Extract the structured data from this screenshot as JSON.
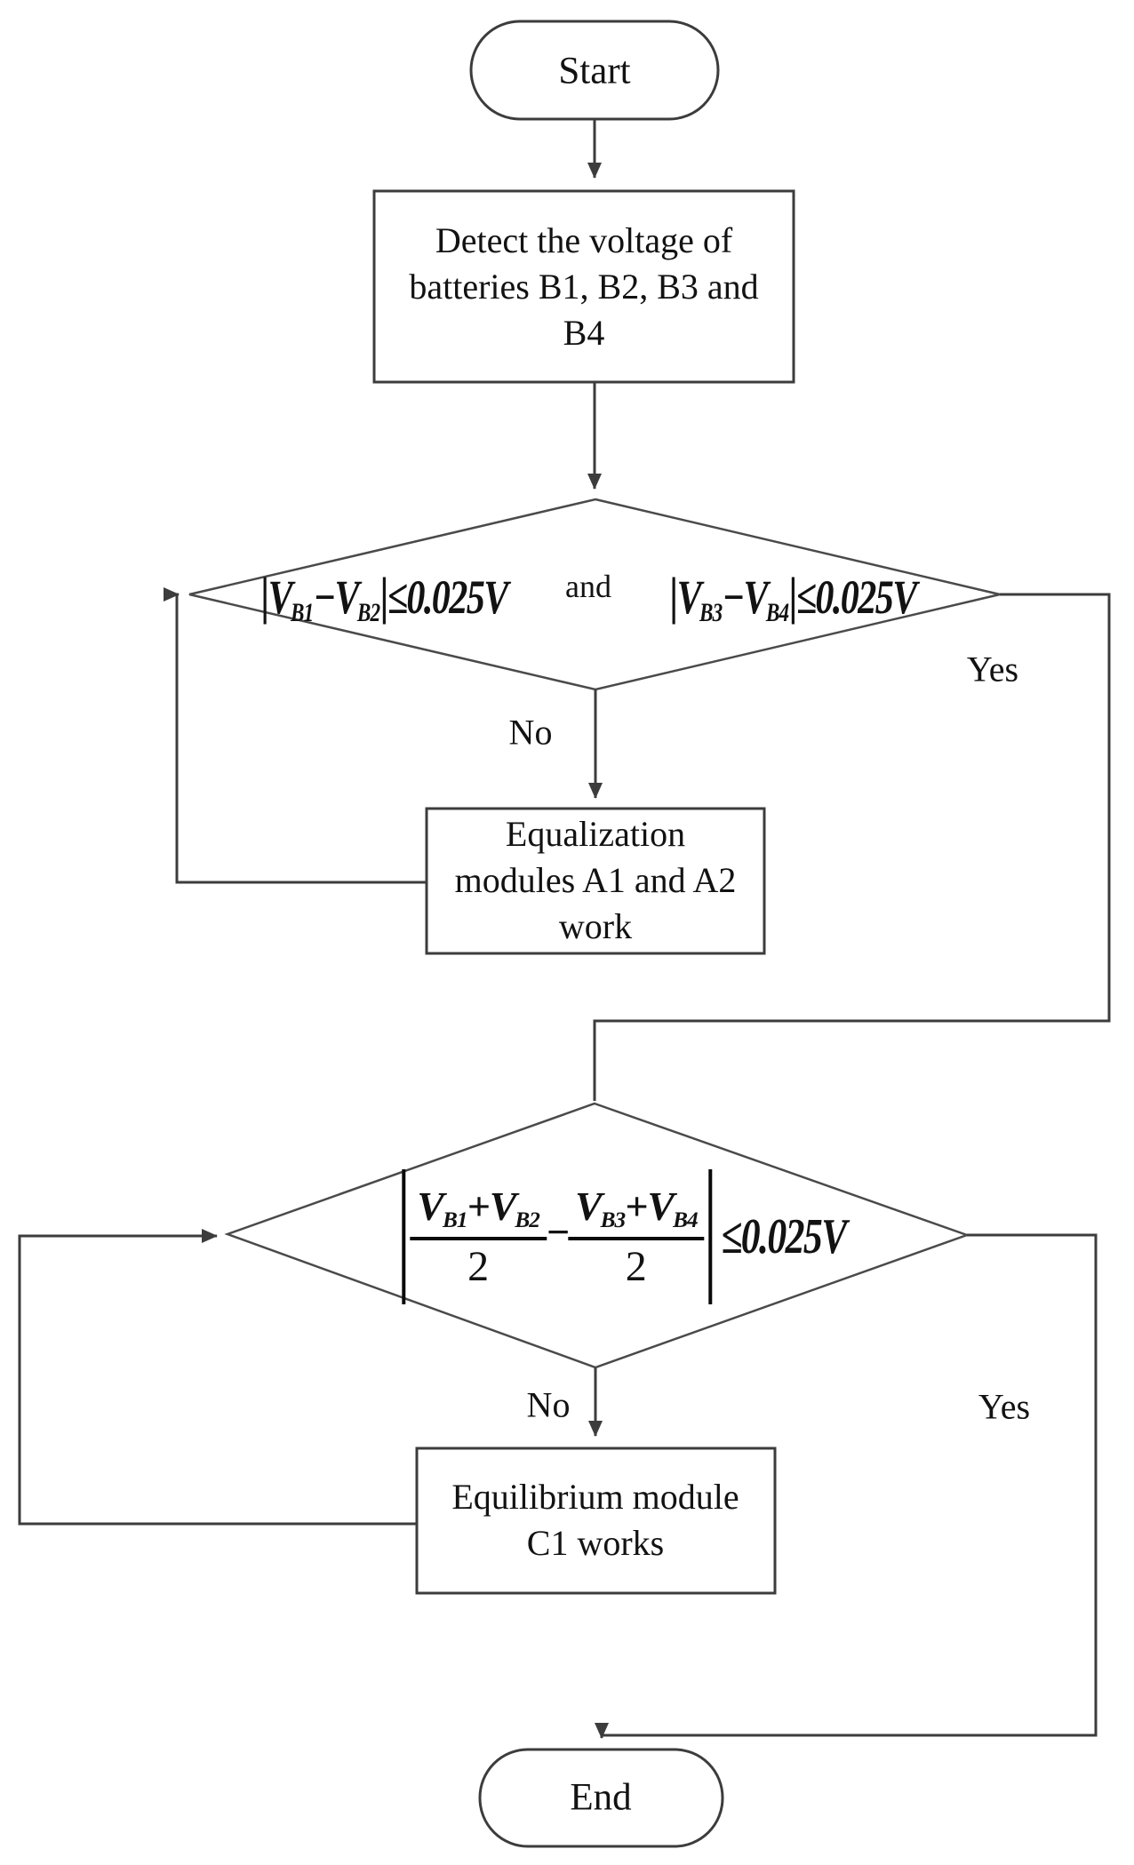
{
  "flowchart": {
    "start": {
      "label": "Start"
    },
    "detect_box": {
      "line1": "Detect the voltage of",
      "line2": "batteries B1, B2, B3 and",
      "line3": "B4"
    },
    "decision1": {
      "cond_left": {
        "bar": "|",
        "var1": "V",
        "sub1": "B1",
        "minus": "−",
        "var2": "V",
        "sub2": "B2",
        "relation": "≤",
        "threshold": "0.025",
        "unit": "V"
      },
      "connector": "and",
      "cond_right": {
        "bar": "|",
        "var1": "V",
        "sub1": "B3",
        "minus": "−",
        "var2": "V",
        "sub2": "B4",
        "relation": "≤",
        "threshold": "0.025",
        "unit": "V"
      },
      "no_label": "No",
      "yes_label": "Yes"
    },
    "equalization_box": {
      "line1": "Equalization",
      "line2": "modules A1 and A2",
      "line3": "work"
    },
    "decision2": {
      "frac_left": {
        "num_var1": "V",
        "num_sub1": "B1",
        "plus": "+",
        "num_var2": "V",
        "num_sub2": "B2",
        "den": "2"
      },
      "minus": "−",
      "frac_right": {
        "num_var1": "V",
        "num_sub1": "B3",
        "plus": "+",
        "num_var2": "V",
        "num_sub2": "B4",
        "den": "2"
      },
      "relation": "≤",
      "threshold": "0.025",
      "unit": "V",
      "no_label": "No",
      "yes_label": "Yes"
    },
    "equilibrium_box": {
      "line1": "Equilibrium module",
      "line2": "C1 works"
    },
    "end": {
      "label": "End"
    },
    "colors": {
      "line": "#3c3c3c",
      "text": "#121212",
      "background": "#ffffff"
    }
  }
}
